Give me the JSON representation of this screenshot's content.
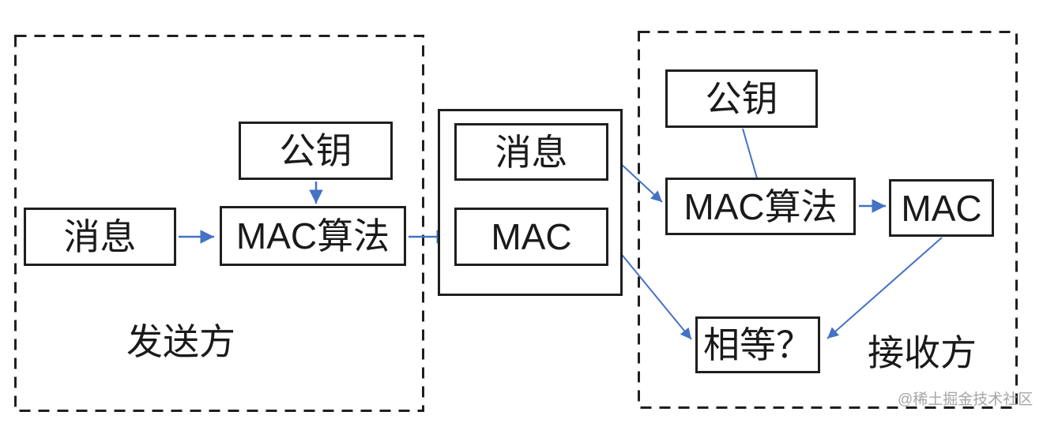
{
  "colors": {
    "arrow": "#4472C4",
    "border": "#1f1f1f",
    "text": "#1a1a1a",
    "watermark": "#a6a6a6",
    "background": "#ffffff"
  },
  "sender": {
    "region_label": "发送方",
    "message_label": "消息",
    "key_label": "公钥",
    "mac_algorithm_label": "MAC算法"
  },
  "transmission": {
    "message_label": "消息",
    "mac_label": "MAC"
  },
  "receiver": {
    "region_label": "接收方",
    "key_label": "公钥",
    "mac_algorithm_label": "MAC算法",
    "mac_label": "MAC",
    "compare_label": "相等？"
  },
  "watermark": "@稀土掘金技术社区"
}
